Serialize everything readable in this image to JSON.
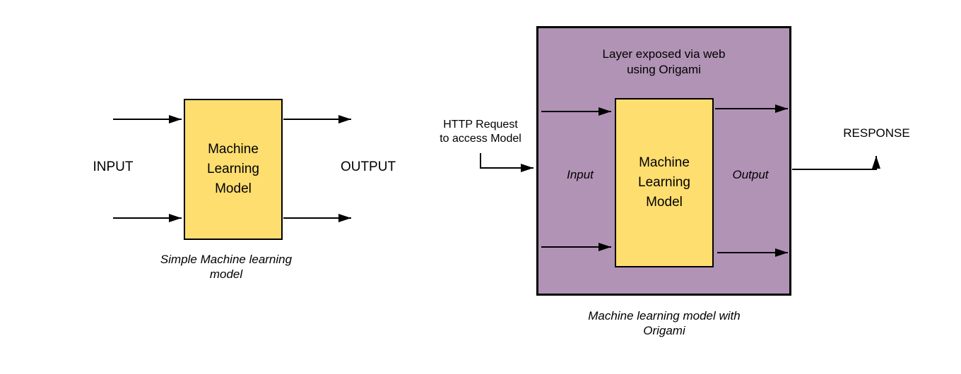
{
  "colors": {
    "yellow": "#ffde70",
    "purple": "#b193b5",
    "line": "#000000",
    "background": "#ffffff"
  },
  "simple_model": {
    "input_label": "INPUT",
    "output_label": "OUTPUT",
    "box_label": "Machine\nLearning\nModel",
    "caption": "Simple Machine learning\nmodel"
  },
  "origami_model": {
    "layer_title": "Layer exposed via web\nusing Origami",
    "http_request_label": "HTTP Request\nto access Model",
    "input_label": "Input",
    "output_label": "Output",
    "box_label": "Machine\nLearning\nModel",
    "response_label": "RESPONSE",
    "caption": "Machine learning model with\nOrigami"
  }
}
